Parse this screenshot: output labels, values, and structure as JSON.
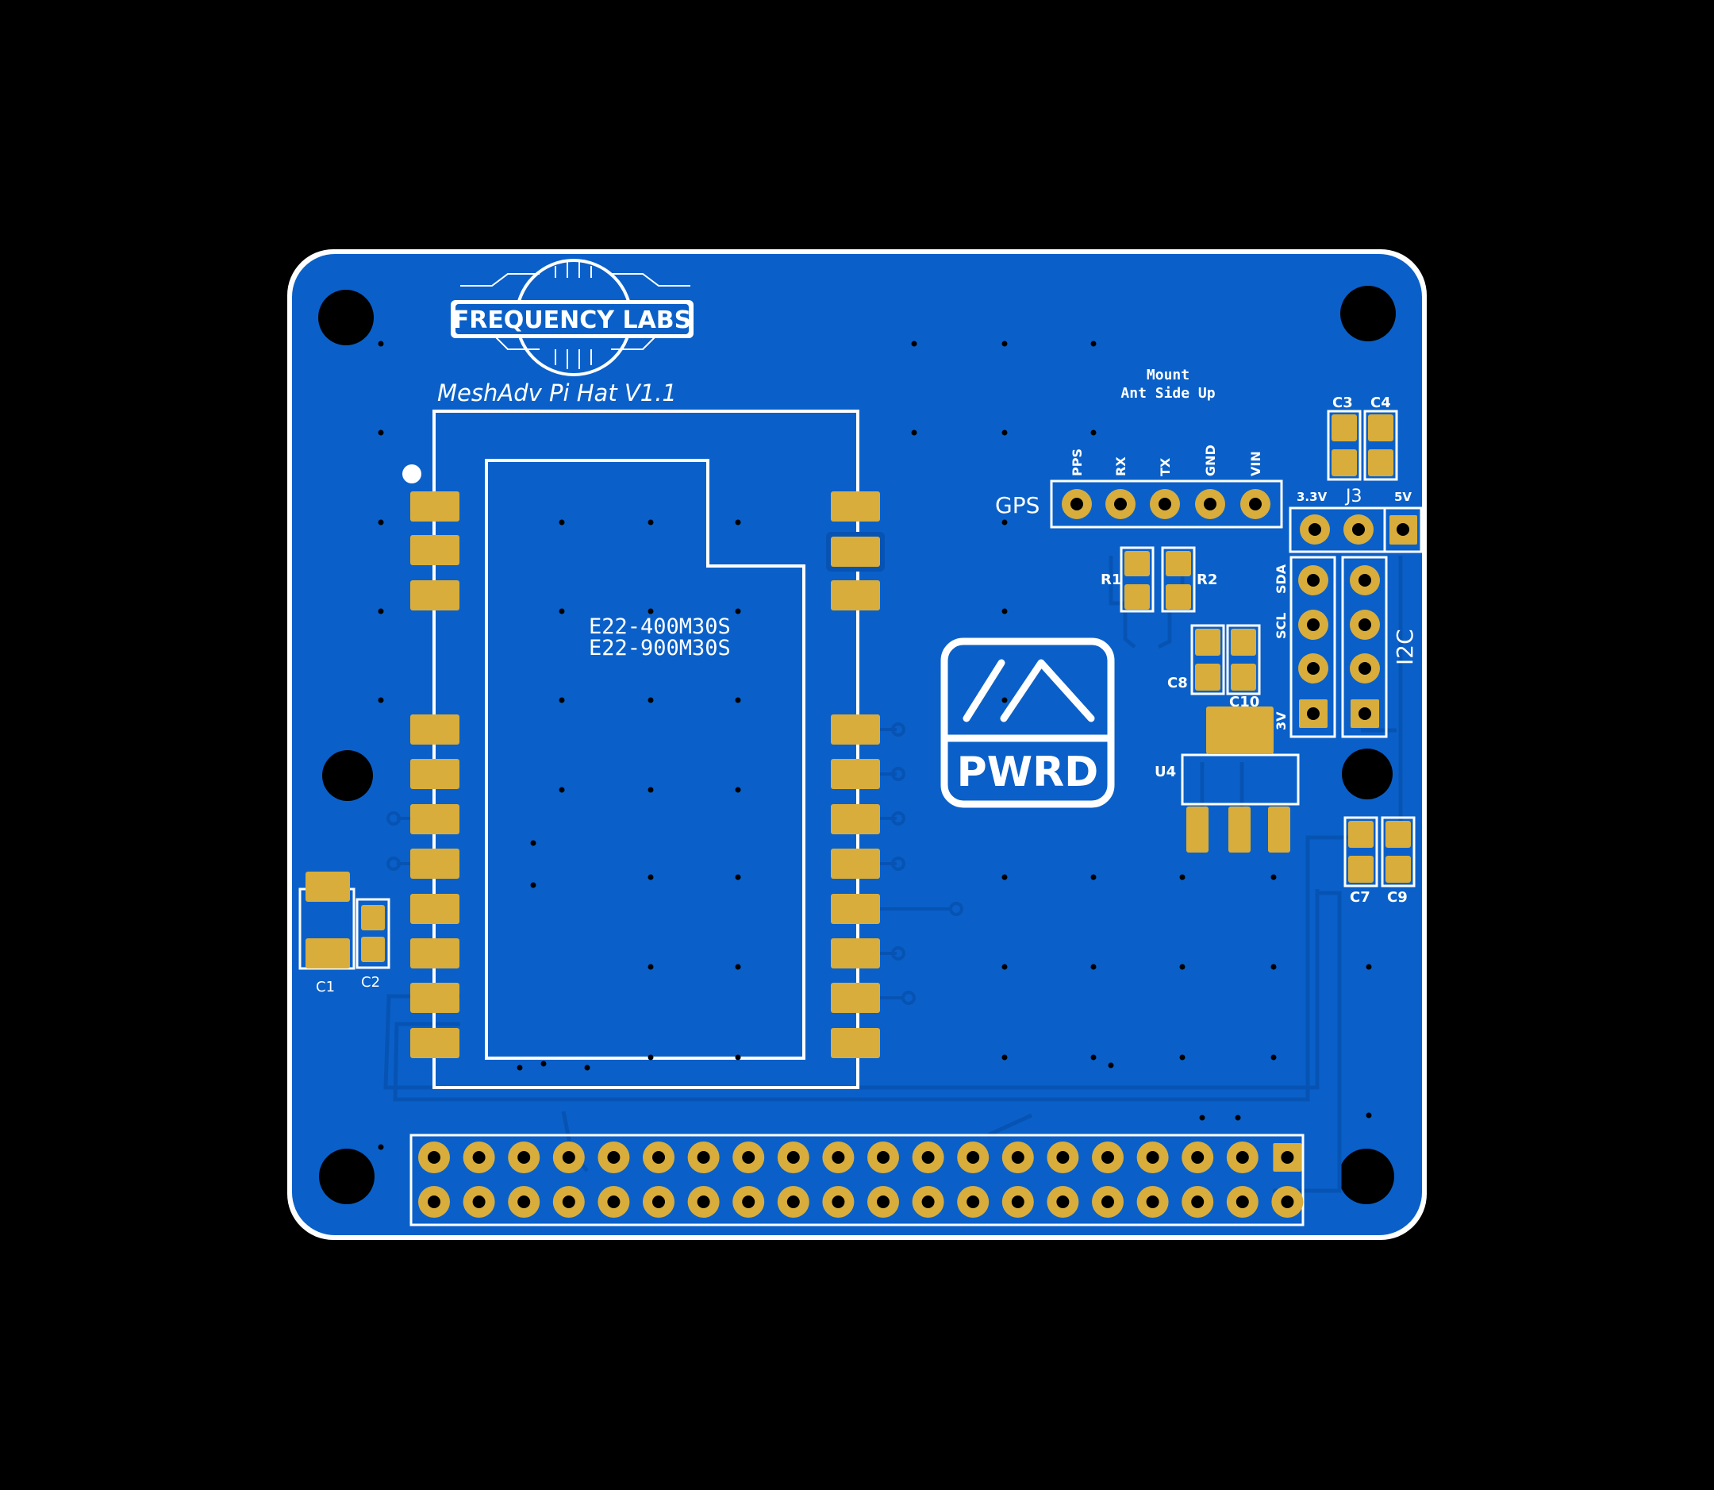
{
  "board": {
    "brand": "FREQUENCY LABS",
    "title": "MeshAdv Pi Hat V1.1",
    "module_part_1": "E22-400M30S",
    "module_part_2": "E22-900M30S",
    "mount_line_1": "Mount",
    "mount_line_2": "Ant Side Up",
    "gps_label": "GPS",
    "gps_pins": [
      "PPS",
      "RX",
      "TX",
      "GND",
      "VIN"
    ],
    "j3_label": "J3",
    "j3_left": "3.3V",
    "j3_right": "5V",
    "i2c_label": "I2C",
    "scl_label": "SCL",
    "sda_label": "SDA",
    "v3_label": "3V",
    "pwrd_label": "PWRD",
    "refs": {
      "C1": "C1",
      "C2": "C2",
      "C3": "C3",
      "C4": "C4",
      "C7": "C7",
      "C8": "C8",
      "C9": "C9",
      "C10": "C10",
      "R1": "R1",
      "R2": "R2",
      "U4": "U4"
    }
  },
  "colors": {
    "background": "#000000",
    "board": "#0a60c8",
    "trace": "#0753b3",
    "gold": "#d8ad3c",
    "silk": "#ffffff",
    "hole": "#000000"
  }
}
